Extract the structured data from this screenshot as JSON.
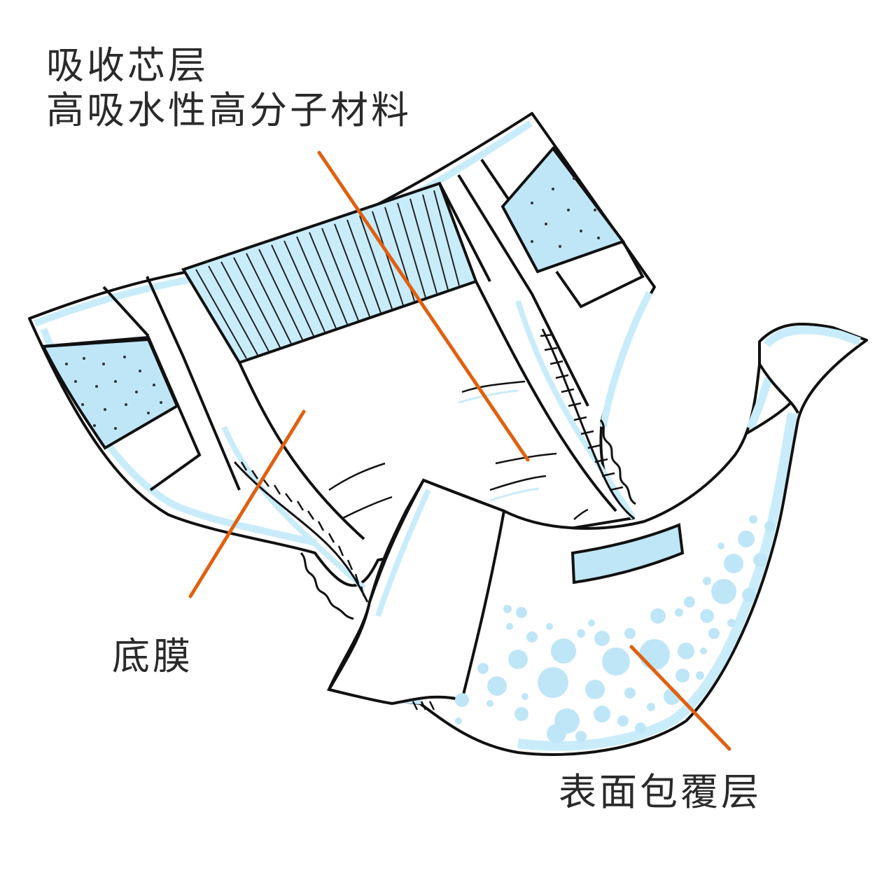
{
  "labels": {
    "core_line1": "吸收芯层",
    "core_line2": "高吸水性高分子材料",
    "film": "底膜",
    "cover": "表面包覆层"
  },
  "colors": {
    "outline": "#111111",
    "light_blue": "#c9ecfa",
    "blue_fill": "#bfe6f7",
    "leader": "#e0600f",
    "text": "#2a2a2a",
    "background": "#ffffff"
  }
}
